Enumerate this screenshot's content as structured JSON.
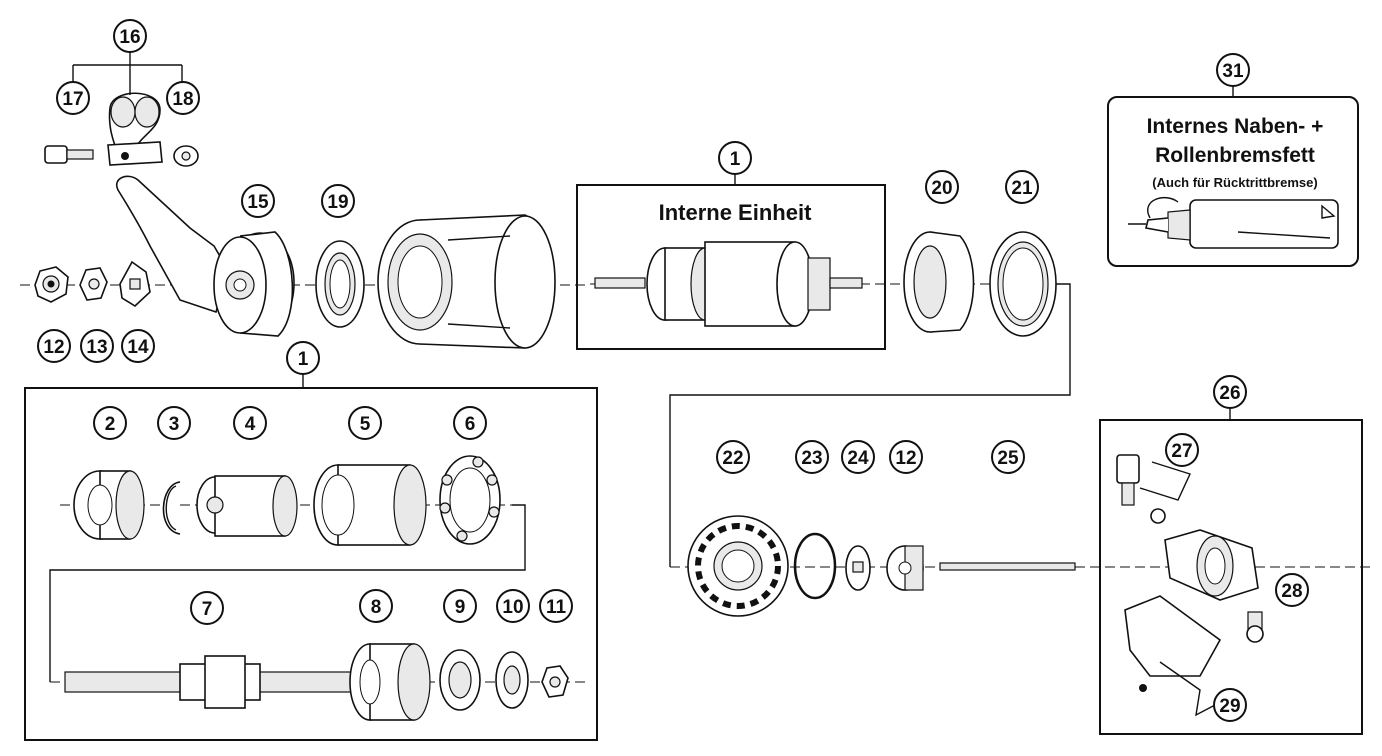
{
  "callouts": [
    "1",
    "1",
    "2",
    "3",
    "4",
    "5",
    "6",
    "7",
    "8",
    "9",
    "10",
    "11",
    "12",
    "12",
    "13",
    "14",
    "15",
    "16",
    "17",
    "18",
    "19",
    "20",
    "21",
    "22",
    "23",
    "24",
    "25",
    "26",
    "27",
    "28",
    "29",
    "31"
  ],
  "internal_unit_box": {
    "title": "Interne Einheit"
  },
  "grease_box": {
    "title_line1": "Internes Naben- +",
    "title_line2": "Rollenbremsfett",
    "subtitle": "(Auch für Rücktrittbremse)"
  }
}
